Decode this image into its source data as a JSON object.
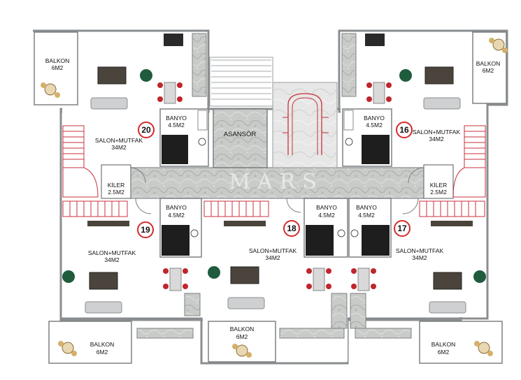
{
  "watermark": "MARS",
  "shared": {
    "elevator_label": "ASANSÖR"
  },
  "apartments": [
    {
      "number": "20",
      "living": {
        "line1": "SALON+MUTFAK",
        "line2": "34M2"
      },
      "bath": {
        "line1": "BANYO",
        "line2": "4.5M2"
      },
      "pantry": {
        "line1": "KİLER",
        "line2": "2.5M2"
      },
      "balcony": {
        "line1": "BALKON",
        "line2": "6M2"
      }
    },
    {
      "number": "16",
      "living": {
        "line1": "SALON+MUTFAK",
        "line2": "34M2"
      },
      "bath": {
        "line1": "BANYO",
        "line2": "4.5M2"
      },
      "pantry": {
        "line1": "KİLER",
        "line2": "2.5M2"
      },
      "balcony": {
        "line1": "BALKON",
        "line2": "6M2"
      }
    },
    {
      "number": "19",
      "living": {
        "line1": "SALON+MUTFAK",
        "line2": "34M2"
      },
      "bath": {
        "line1": "BANYO",
        "line2": "4.5M2"
      },
      "balcony": {
        "line1": "BALKON",
        "line2": "6M2"
      }
    },
    {
      "number": "18",
      "living": {
        "line1": "SALON+MUTFAK",
        "line2": "34M2"
      },
      "bath": {
        "line1": "BANYO",
        "line2": "4.5M2"
      },
      "balcony": {
        "line1": "BALKON",
        "line2": "6M2"
      }
    },
    {
      "number": "17",
      "living": {
        "line1": "SALON+MUTFAK",
        "line2": "34M2"
      },
      "bath": {
        "line1": "BANYO",
        "line2": "4.5M2"
      },
      "balcony": {
        "line1": "BALKON",
        "line2": "6M2"
      }
    }
  ]
}
